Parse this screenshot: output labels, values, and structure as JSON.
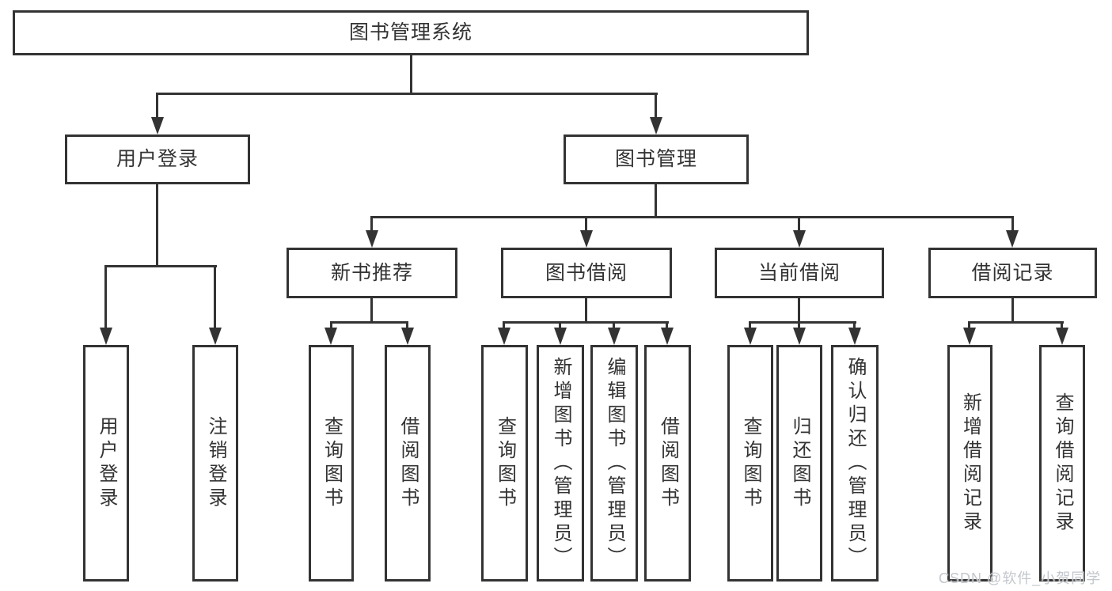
{
  "page": {
    "background": "#ffffff",
    "line_color": "#333333",
    "text_color": "#333333",
    "watermark_color": "#c3c7cc"
  },
  "watermark": {
    "text": "CSDN @软件_小贺同学"
  },
  "tree": {
    "root": "图书管理系统",
    "branches": [
      {
        "label": "用户登录",
        "children": [
          "用户登录",
          "注销登录"
        ]
      },
      {
        "label": "图书管理",
        "children": [
          {
            "label": "新书推荐",
            "children": [
              "查询图书",
              "借阅图书"
            ]
          },
          {
            "label": "图书借阅",
            "children": [
              "查询图书",
              "新增图书（管理员）",
              "编辑图书（管理员）",
              "借阅图书"
            ]
          },
          {
            "label": "当前借阅",
            "children": [
              "查询图书",
              "归还图书",
              "确认归还（管理员）"
            ]
          },
          {
            "label": "借阅记录",
            "children": [
              "新增借阅记录",
              "查询借阅记录"
            ]
          }
        ]
      }
    ]
  }
}
